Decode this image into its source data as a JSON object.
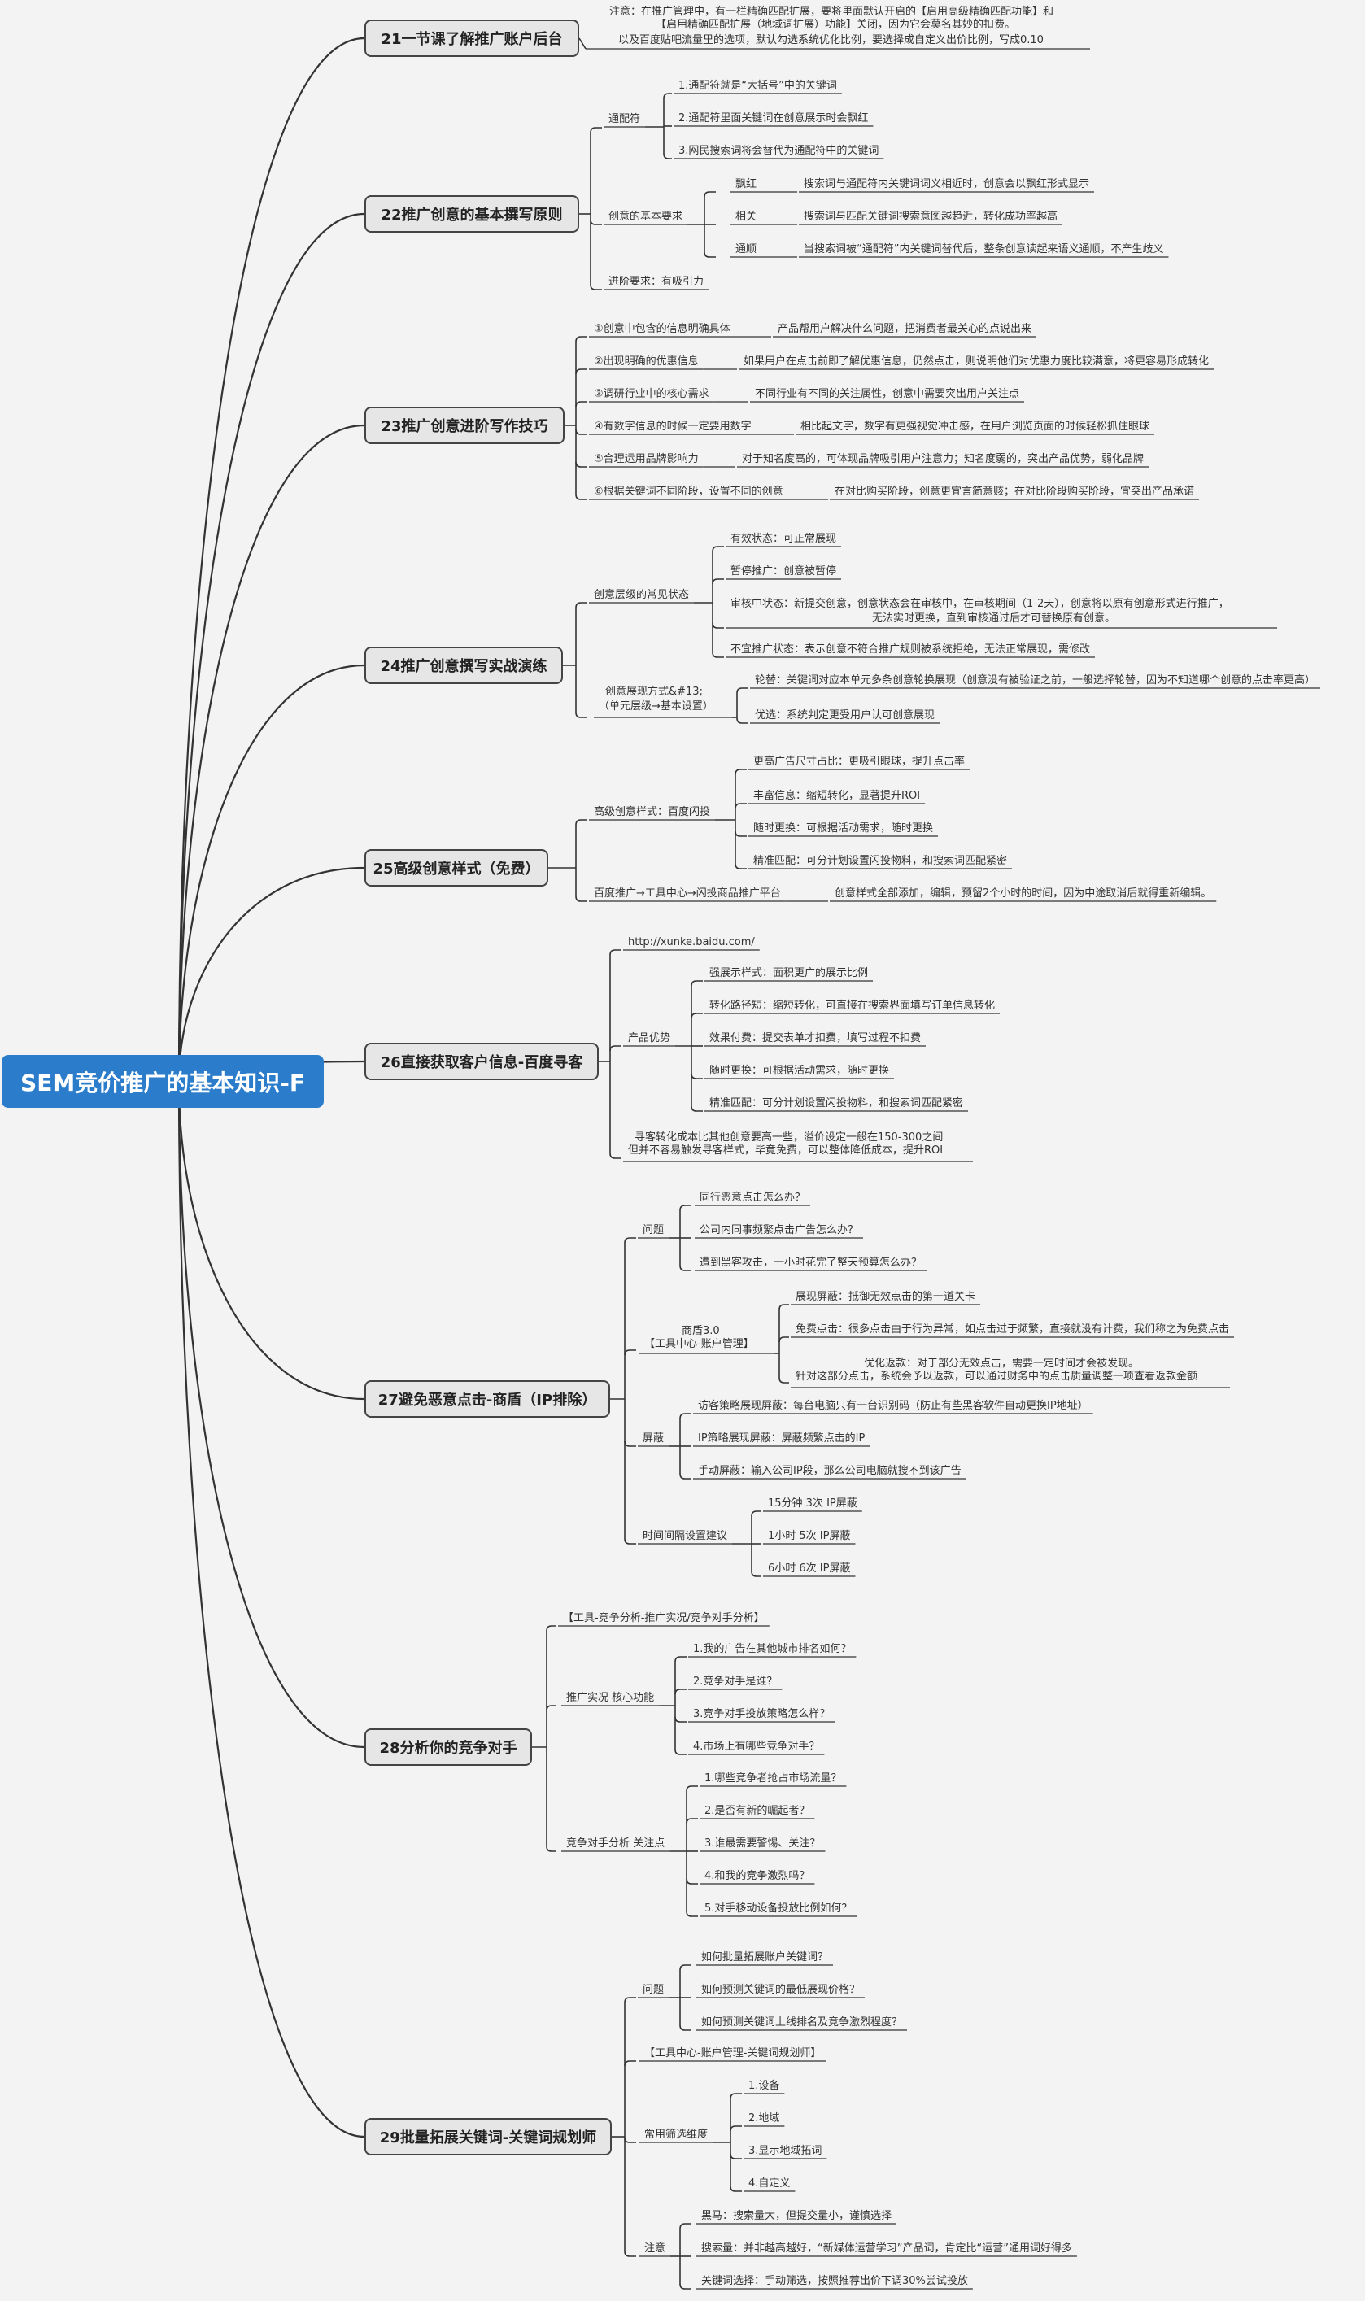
{
  "root": "SEM竞价推广的基本知识-F",
  "s21": {
    "title": "21一节课了解推广账户后台",
    "note": [
      "注意：在推广管理中，有一栏精确匹配扩展，要将里面默认开启的【启用高级精确匹配功能】和",
      "【启用精确匹配扩展（地域词扩展）功能】关闭，因为它会莫名其妙的扣费。",
      "以及百度贴吧流量里的选项，默认勾选系统优化比例，要选择成自定义出价比例，写成0.10"
    ]
  },
  "s22": {
    "title": "22推广创意的基本撰写原则",
    "wildcard": "通配符",
    "wc_items": [
      "1.通配符就是“大括号”中的关键词",
      "2.通配符里面关键词在创意展示时会飘红",
      "3.网民搜索词将会替代为通配符中的关键词"
    ],
    "basic": "创意的基本要求",
    "req": [
      {
        "k": "飘红",
        "v": "搜索词与通配符内关键词词义相近时，创意会以飘红形式显示"
      },
      {
        "k": "相关",
        "v": "搜索词与匹配关键词搜索意图越趋近，转化成功率越高"
      },
      {
        "k": "通顺",
        "v": "当搜索词被“通配符”内关键词替代后，整条创意读起来语义通顺，不产生歧义"
      }
    ],
    "advanced": "进阶要求：有吸引力"
  },
  "s23": {
    "title": "23推广创意进阶写作技巧",
    "tips": [
      {
        "k": "①创意中包含的信息明确具体",
        "v": "产品帮用户解决什么问题，把消费者最关心的点说出来"
      },
      {
        "k": "②出现明确的优惠信息",
        "v": "如果用户在点击前即了解优惠信息，仍然点击，则说明他们对优惠力度比较满意，将更容易形成转化"
      },
      {
        "k": "③调研行业中的核心需求",
        "v": "不同行业有不同的关注属性，创意中需要突出用户关注点"
      },
      {
        "k": "④有数字信息的时候一定要用数字",
        "v": "相比起文字，数字有更强视觉冲击感，在用户浏览页面的时候轻松抓住眼球"
      },
      {
        "k": "⑤合理运用品牌影响力",
        "v": "对于知名度高的，可体现品牌吸引用户注意力；知名度弱的，突出产品优势，弱化品牌"
      },
      {
        "k": "⑥根据关键词不同阶段，设置不同的创意",
        "v": "在对比购买阶段，创意更宜言简意赅；在对比阶段购买阶段，宜突出产品承诺"
      }
    ]
  },
  "s24": {
    "title": "24推广创意撰写实战演练",
    "states_label": "创意层级的常见状态",
    "states": [
      "有效状态：可正常展现",
      "暂停推广：创意被暂停",
      "审核中状态：新提交创意，创意状态会在审核中，在审核期间（1-2天），创意将以原有创意形式进行推广，",
      "无法实时更换，直到审核通过后才可替换原有创意。",
      "不宜推广状态：表示创意不符合推广规则被系统拒绝，无法正常展现，需修改"
    ],
    "display_label": [
      "创意展现方式&#13;",
      "（单元层级→基本设置）"
    ],
    "display": [
      "轮替：关键词对应本单元多条创意轮换展现（创意没有被验证之前，一般选择轮替，因为不知道哪个创意的点击率更高）",
      "优选：系统判定更受用户认可创意展现"
    ]
  },
  "s25": {
    "title": "25高级创意样式（免费）",
    "flash_label": "高级创意样式：百度闪投",
    "flash": [
      "更高广告尺寸占比：更吸引眼球，提升点击率",
      "丰富信息：缩短转化，显著提升ROI",
      "随时更换：可根据活动需求，随时更换",
      "精准匹配：可分计划设置闪投物料，和搜索词匹配紧密"
    ],
    "path": "百度推广→工具中心→闪投商品推广平台",
    "path_note": "创意样式全部添加，编辑，预留2个小时的时间，因为中途取消后就得重新编辑。"
  },
  "s26": {
    "title": "26直接获取客户信息-百度寻客",
    "url": "http://xunke.baidu.com/",
    "adv_label": "产品优势",
    "adv": [
      "强展示样式：面积更广的展示比例",
      "转化路径短：缩短转化，可直接在搜索界面填写订单信息转化",
      "效果付费：提交表单才扣费，填写过程不扣费",
      "随时更换：可根据活动需求，随时更换",
      "精准匹配：可分计划设置闪投物料，和搜索词匹配紧密"
    ],
    "note": [
      "寻客转化成本比其他创意要高一些，溢价设定一般在150-300之间",
      "但并不容易触发寻客样式，毕竟免费，可以整体降低成本，提升ROI"
    ]
  },
  "s27": {
    "title": "27避免恶意点击-商盾（IP排除）",
    "q_label": "问题",
    "questions": [
      "同行恶意点击怎么办？",
      "公司内同事频繁点击广告怎么办？",
      "遭到黑客攻击，一小时花完了整天预算怎么办？"
    ],
    "shield_label": [
      "商盾3.0",
      "【工具中心-账户管理】"
    ],
    "shield": [
      "展现屏蔽：抵御无效点击的第一道关卡",
      "免费点击：很多点击由于行为异常，如点击过于频繁，直接就没有计费，我们称之为免费点击"
    ],
    "refund": [
      "优化返款：对于部分无效点击，需要一定时间才会被发现。",
      "针对这部分点击，系统会予以返款，可以通过财务中的点击质量调整一项查看返款金额"
    ],
    "block_label": "屏蔽",
    "block": [
      "访客策略展现屏蔽：每台电脑只有一台识别码（防止有些黑客软件自动更换IP地址）",
      "IP策略展现屏蔽：屏蔽频繁点击的IP",
      "手动屏蔽：输入公司IP段，那么公司电脑就搜不到该广告"
    ],
    "interval_label": "时间间隔设置建议",
    "intervals": [
      "15分钟 3次 IP屏蔽",
      "1小时 5次 IP屏蔽",
      "6小时 6次 IP屏蔽"
    ]
  },
  "s28": {
    "title": "28分析你的竞争对手",
    "tool": "【工具-竞争分析-推广实况/竞争对手分析】",
    "core_label": "推广实况 核心功能",
    "core": [
      "1.我的广告在其他城市排名如何？",
      "2.竞争对手是谁？",
      "3.竞争对手投放策略怎么样？",
      "4.市场上有哪些竞争对手？"
    ],
    "focus_label": "竞争对手分析 关注点",
    "focus": [
      "1.哪些竞争者抢占市场流量？",
      "2.是否有新的崛起者？",
      "3.谁最需要警惕、关注？",
      "4.和我的竞争激烈吗？",
      "5.对手移动设备投放比例如何？"
    ]
  },
  "s29": {
    "title": "29批量拓展关键词-关键词规划师",
    "q_label": "问题",
    "questions": [
      "如何批量拓展账户关键词？",
      "如何预测关键词的最低展现价格？",
      "如何预测关键词上线排名及竞争激烈程度？"
    ],
    "tool": "【工具中心-账户管理-关键词规划师】",
    "filter_label": "常用筛选维度",
    "filters": [
      "1.设备",
      "2.地域",
      "3.显示地域拓词",
      "4.自定义"
    ],
    "note_label": "注意",
    "notes": [
      "黑马：搜索量大，但提交量小，谨慎选择",
      "搜索量：并非越高越好，“新媒体运营学习”产品词，肯定比“运营”通用词好得多",
      "关键词选择：手动筛选，按照推荐出价下调30%尝试投放"
    ]
  }
}
